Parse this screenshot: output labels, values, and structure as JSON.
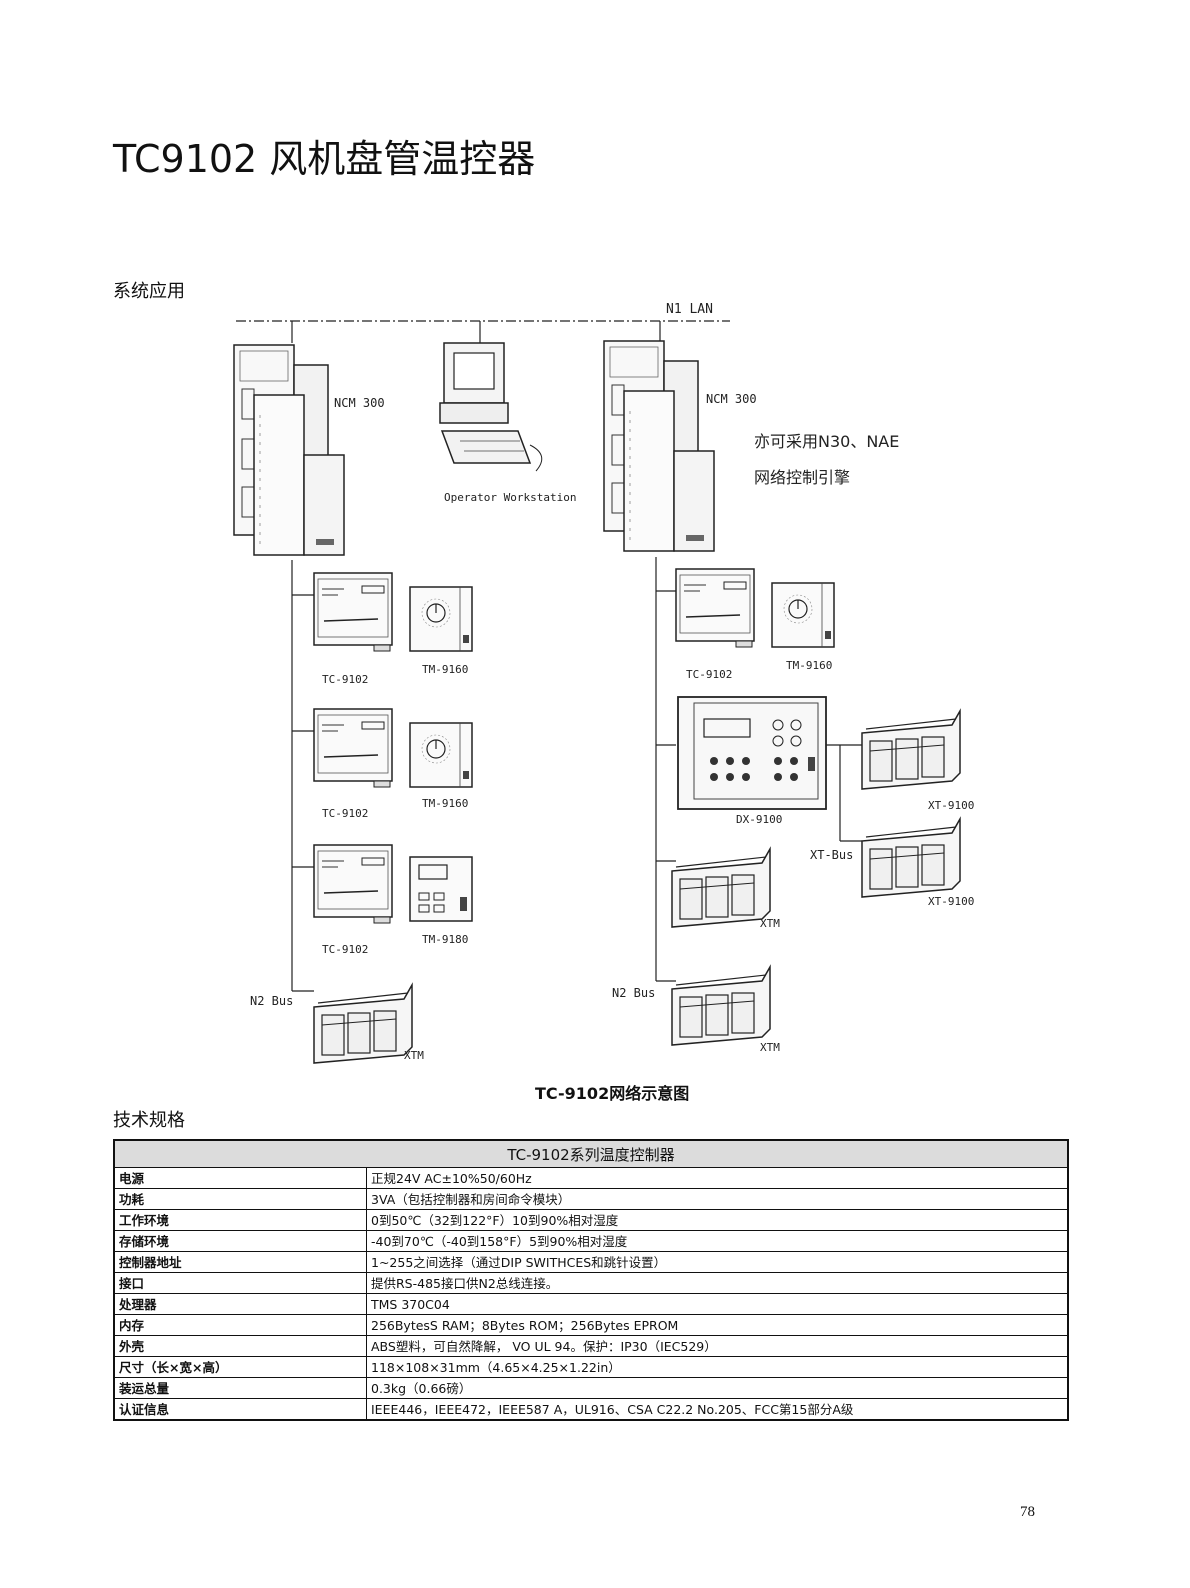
{
  "title": "TC9102 风机盘管温控器",
  "section_system": "系统应用",
  "section_spec": "技术规格",
  "diagram": {
    "n1_lan": "N1 LAN",
    "ncm_left": "NCM 300",
    "ncm_right": "NCM 300",
    "workstation": "Operator Workstation",
    "note_line1": "亦可采用N30、NAE",
    "note_line2": "网络控制引擎",
    "left_controllers": [
      {
        "tc": "TC-9102",
        "tm": "TM-9160"
      },
      {
        "tc": "TC-9102",
        "tm": "TM-9160"
      },
      {
        "tc": "TC-9102",
        "tm": "TM-9180"
      }
    ],
    "left_xtm": "XTM",
    "left_bus": "N2 Bus",
    "right_tc": "TC-9102",
    "right_tm": "TM-9160",
    "dx": "DX-9100",
    "xt1": "XT-9100",
    "xt2": "XT-9100",
    "xt_bus": "XT-Bus",
    "right_xtm1": "XTM",
    "right_xtm2": "XTM",
    "right_bus": "N2 Bus",
    "caption": "TC-9102网络示意图"
  },
  "table": {
    "header": "TC-9102系列温度控制器",
    "rows": [
      [
        "电源",
        "正规24V AC±10%50/60Hz"
      ],
      [
        "功耗",
        "3VA（包括控制器和房间命令模块）"
      ],
      [
        "工作环境",
        "0到50℃（32到122°F）10到90%相对湿度"
      ],
      [
        "存储环境",
        "-40到70℃（-40到158°F）5到90%相对湿度"
      ],
      [
        "控制器地址",
        "1~255之间选择（通过DIP SWITHCES和跳针设置）"
      ],
      [
        "接口",
        "提供RS-485接口供N2总线连接。"
      ],
      [
        "处理器",
        "TMS 370C04"
      ],
      [
        "内存",
        "256BytesS RAM；8Bytes ROM；256Bytes EPROM"
      ],
      [
        "外壳",
        "ABS塑料，可自然降解，  VO UL 94。保护：IP30（IEC529）"
      ],
      [
        "尺寸（长×宽×高）",
        "118×108×31mm（4.65×4.25×1.22in）"
      ],
      [
        "装运总量",
        "0.3kg（0.66磅）"
      ],
      [
        "认证信息",
        "IEEE446，IEEE472，IEEE587 A，UL916、CSA C22.2 No.205、FCC第15部分A级"
      ]
    ]
  },
  "page_number": "78"
}
